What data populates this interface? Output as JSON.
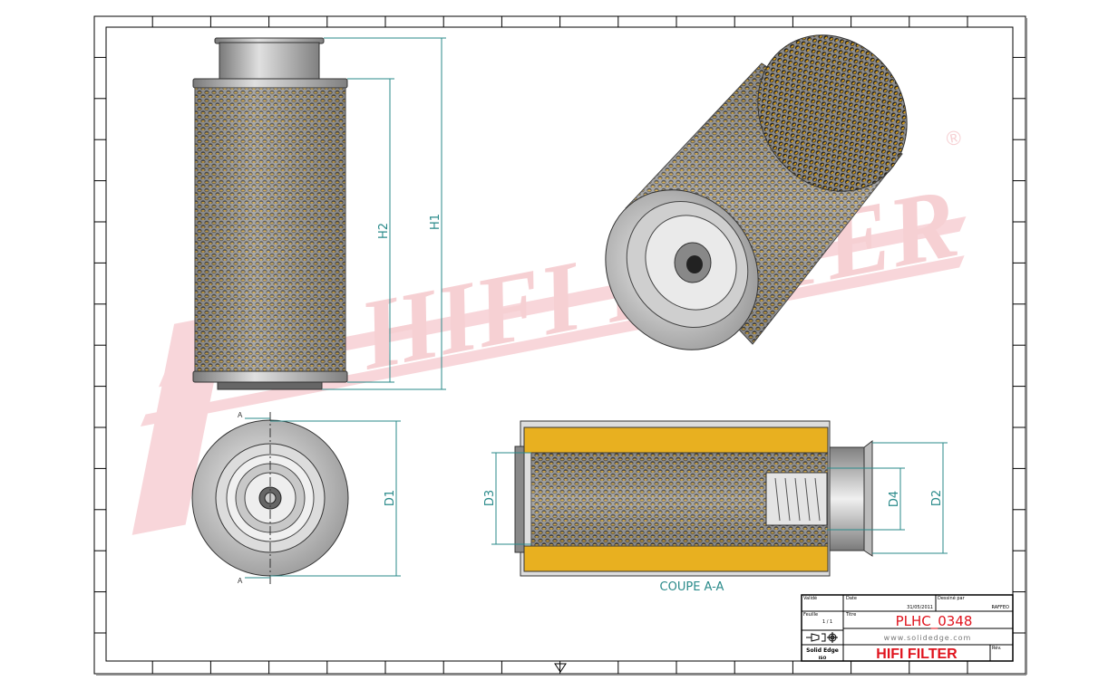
{
  "drawing": {
    "dimensions": {
      "h1": "H1",
      "h2": "H2",
      "d1": "D1",
      "d2": "D2",
      "d3": "D3",
      "d4": "D4"
    },
    "section_marks": {
      "top": "A",
      "bottom": "A"
    },
    "section_caption": "COUPE A-A",
    "watermark": "HIFI FILTER",
    "watermark_registered": "®",
    "colors": {
      "media": "#e8b020",
      "dimension": "#2a8a8a",
      "watermark": "#f5c8cc",
      "title_red": "#e0141e"
    }
  },
  "title_block": {
    "validated_label": "Validé",
    "date_label": "Date",
    "date": "31/05/2011",
    "drawn_by_label": "Dessiné par",
    "drawn_by": "RAFFEO",
    "sheet_label": "Feuille",
    "sheet": "1 / 1",
    "title_label": "Titre",
    "part_number": "PLHC_0348",
    "website": "www.solidedge.com",
    "software": "Solid Edge",
    "software_sub": "ISO",
    "company": "HIFI FILTER",
    "revision_label": "Rév."
  }
}
